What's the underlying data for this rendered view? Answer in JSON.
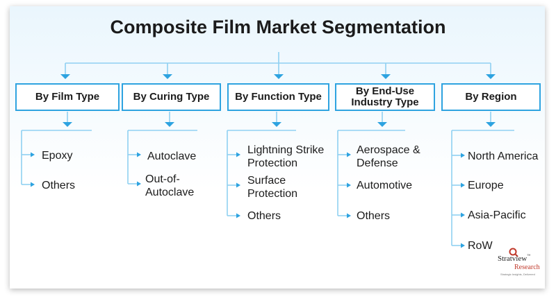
{
  "title": "Composite Film Market Segmentation",
  "colors": {
    "accent": "#2ea3e0",
    "connector": "#8fd0f2",
    "logo_red": "#c0392b"
  },
  "categories": [
    {
      "label": "By Film Type",
      "items": [
        "Epoxy",
        "Others"
      ]
    },
    {
      "label": "By Curing Type",
      "items": [
        "Autoclave",
        "Out-of-\nAutoclave"
      ]
    },
    {
      "label": "By Function Type",
      "items": [
        "Lightning Strike\nProtection",
        "Surface\nProtection",
        "Others"
      ]
    },
    {
      "label": "By End-Use\nIndustry Type",
      "items": [
        "Aerospace &\nDefense",
        "Automotive",
        "Others"
      ]
    },
    {
      "label": "By Region",
      "items": [
        "North America",
        "Europe",
        "Asia-Pacific",
        "RoW"
      ]
    }
  ],
  "logo": {
    "word1": "Stratview",
    "trademark": "™",
    "word2": "Research",
    "tagline": "Strategic Insights, Delivered"
  }
}
